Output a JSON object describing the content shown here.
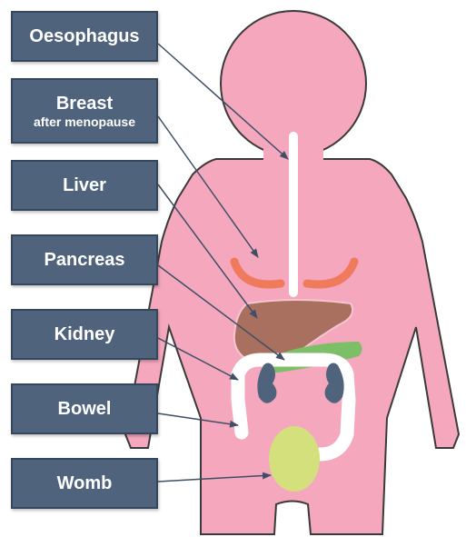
{
  "labels": [
    {
      "key": "oesophagus",
      "text": "Oesophagus",
      "sub": ""
    },
    {
      "key": "breast",
      "text": "Breast",
      "sub": "after menopause"
    },
    {
      "key": "liver",
      "text": "Liver",
      "sub": ""
    },
    {
      "key": "pancreas",
      "text": "Pancreas",
      "sub": ""
    },
    {
      "key": "kidney",
      "text": "Kidney",
      "sub": ""
    },
    {
      "key": "bowel",
      "text": "Bowel",
      "sub": ""
    },
    {
      "key": "womb",
      "text": "Womb",
      "sub": ""
    }
  ],
  "colors": {
    "label_bg": "#4f637c",
    "label_text": "#ffffff",
    "body": "#f4a7bd",
    "body_outline": "#3a3a3a",
    "oesophagus": "#ffffff",
    "breast": "#f07a5c",
    "liver": "#a9705f",
    "pancreas": "#7cbf67",
    "kidney": "#4f637c",
    "bowel": "#ffffff",
    "womb": "#d3e07c",
    "arrow": "#3e4f66"
  }
}
